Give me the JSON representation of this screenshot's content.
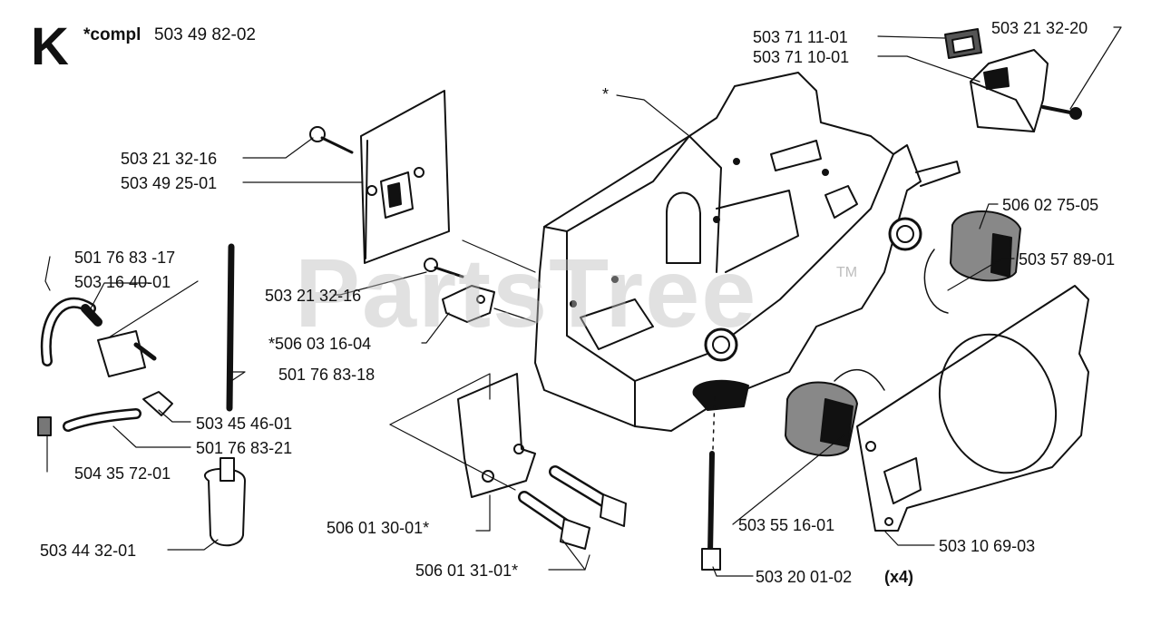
{
  "section": {
    "letter": "K",
    "compl_prefix": "*compl",
    "compl_number": "503 49 82-02"
  },
  "watermark": {
    "text": "PartsTree",
    "tm": "TM"
  },
  "parts": [
    {
      "id": "p01",
      "number": "503 71 11-01"
    },
    {
      "id": "p02",
      "number": "503 21 32-20"
    },
    {
      "id": "p03",
      "number": "503 71 10-01"
    },
    {
      "id": "p04",
      "number": "503 21 32-16"
    },
    {
      "id": "p05",
      "number": "503 49 25-01"
    },
    {
      "id": "p06",
      "number": "506 02 75-05"
    },
    {
      "id": "p07",
      "number": "503 57 89-01"
    },
    {
      "id": "p08",
      "number": "501 76 83 -17"
    },
    {
      "id": "p09",
      "number": "503 16 40-01"
    },
    {
      "id": "p10",
      "number": "503 21 32-16"
    },
    {
      "id": "p11",
      "number": "*506 03 16-04"
    },
    {
      "id": "p12",
      "number": "501 76 83-18"
    },
    {
      "id": "p13",
      "number": "503 45 46-01"
    },
    {
      "id": "p14",
      "number": "501 76 83-21"
    },
    {
      "id": "p15",
      "number": "504 35 72-01"
    },
    {
      "id": "p16",
      "number": "506 01 30-01*"
    },
    {
      "id": "p17",
      "number": "503 55 16-01"
    },
    {
      "id": "p18",
      "number": "503 10 69-03"
    },
    {
      "id": "p19",
      "number": "503 44 32-01"
    },
    {
      "id": "p20",
      "number": "506 01 31-01*"
    },
    {
      "id": "p21",
      "number": "503 20 01-02",
      "qty": "(x4)"
    }
  ],
  "asterisk_label": "*"
}
